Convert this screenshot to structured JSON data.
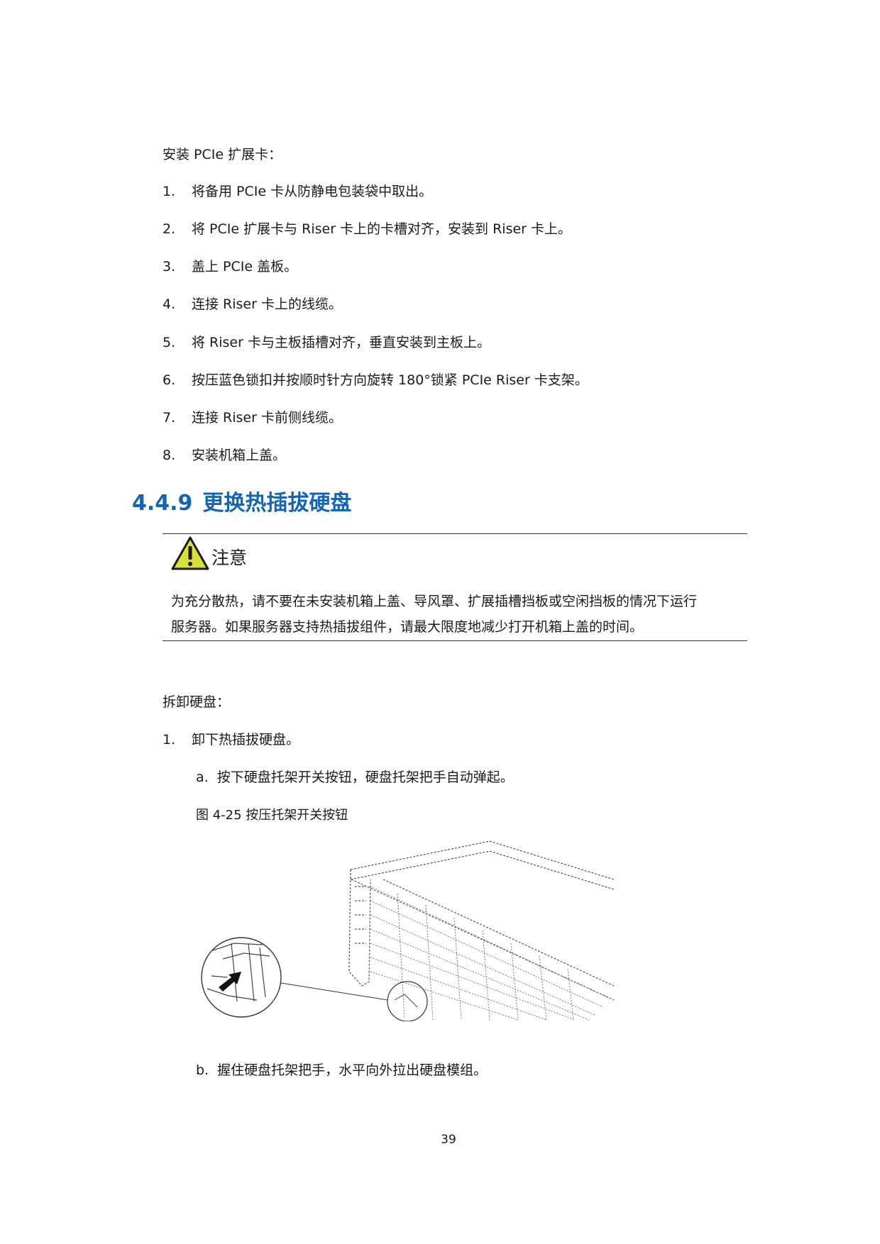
{
  "install_intro": "安装 PCIe 扩展卡：",
  "install_steps": [
    {
      "num": "1.",
      "text": "将备用 PCIe 卡从防静电包装袋中取出。"
    },
    {
      "num": "2.",
      "text": "将 PCIe 扩展卡与 Riser 卡上的卡槽对齐，安装到 Riser 卡上。"
    },
    {
      "num": "3.",
      "text": "盖上 PCIe 盖板。"
    },
    {
      "num": "4.",
      "text": "连接 Riser 卡上的线缆。"
    },
    {
      "num": "5.",
      "text": "将 Riser 卡与主板插槽对齐，垂直安装到主板上。"
    },
    {
      "num": "6.",
      "text": "按压蓝色锁扣并按顺时针方向旋转 180°锁紧 PCIe Riser 卡支架。"
    },
    {
      "num": "7.",
      "text": "连接 Riser 卡前侧线缆。"
    },
    {
      "num": "8.",
      "text": "安装机箱上盖。"
    }
  ],
  "section": {
    "number": "4.4.9",
    "title": "更换热插拔硬盘"
  },
  "notice": {
    "label": "注意",
    "icon": "warning-triangle-icon",
    "icon_color": "#d8e03a",
    "lines": [
      "为充分散热，请不要在未安装机箱上盖、导风罩、扩展插槽挡板或空闲挡板的情况下运行",
      "服务器。如果服务器支持热插拔组件，请最大限度地减少打开机箱上盖的时间。"
    ]
  },
  "remove_intro": "拆卸硬盘：",
  "remove_steps": [
    {
      "num": "1.",
      "text": "卸下热插拔硬盘。"
    }
  ],
  "substeps": [
    {
      "label": "a.",
      "text": "按下硬盘托架开关按钮，硬盘托架把手自动弹起。"
    },
    {
      "label": "b.",
      "text": "握住硬盘托架把手，水平向外拉出硬盘模组。"
    }
  ],
  "figure": {
    "caption": "图 4-25  按压托架开关按钮"
  },
  "page_number": "39"
}
